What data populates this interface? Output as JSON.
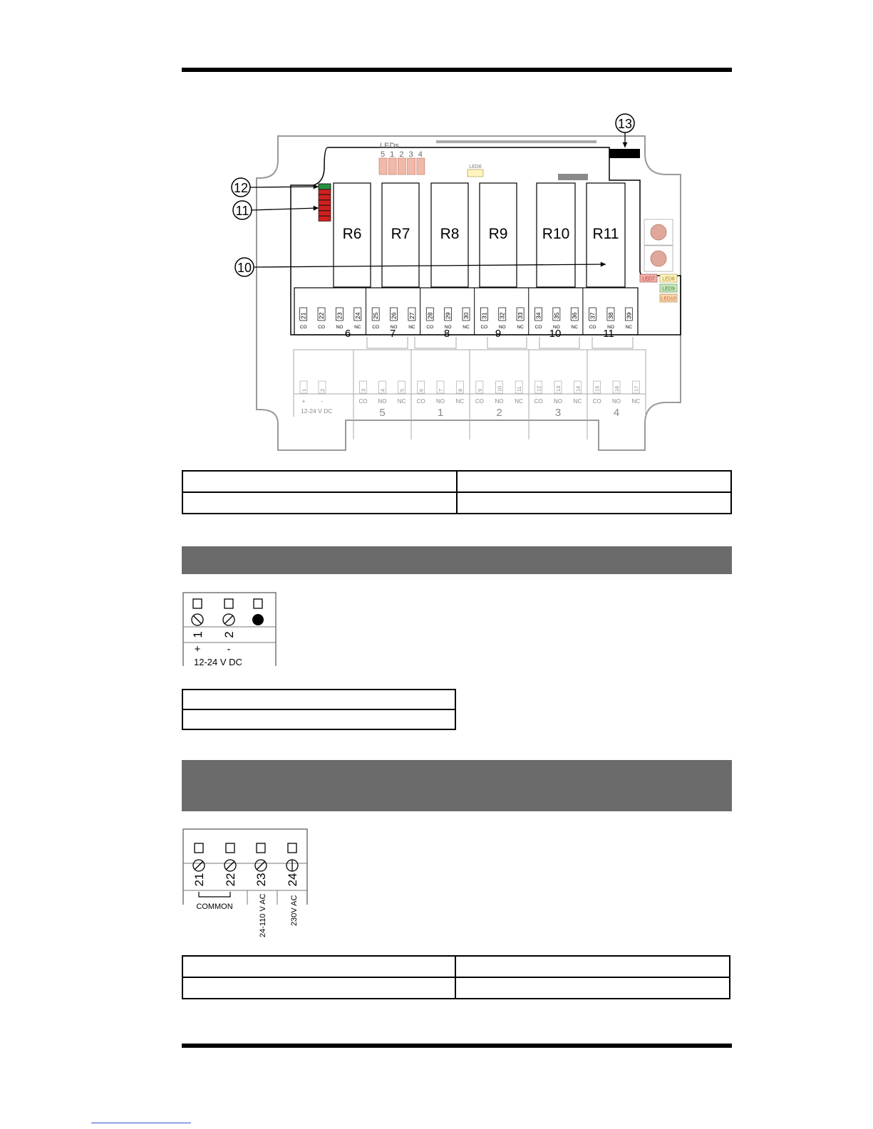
{
  "board": {
    "leds_label": "LEDs",
    "led_numbers": [
      "5",
      "1",
      "2",
      "3",
      "4"
    ],
    "led6": "LED6",
    "status_leds": [
      "LED7",
      "LED8",
      "LED9",
      "LED10"
    ],
    "callouts": [
      "10",
      "11",
      "12",
      "13"
    ],
    "relays": [
      "R6",
      "R7",
      "R8",
      "R9",
      "R10",
      "R11"
    ],
    "upper_terminals": [
      "21",
      "22",
      "23",
      "24",
      "25",
      "26",
      "27",
      "28",
      "29",
      "30",
      "31",
      "32",
      "33",
      "34",
      "35",
      "36",
      "37",
      "38",
      "39"
    ],
    "upper_functions": [
      "CO",
      "CO",
      "NO",
      "NC",
      "CO",
      "NO",
      "NC",
      "CO",
      "NO",
      "NC",
      "CO",
      "NO",
      "NC",
      "CO",
      "NO",
      "NC",
      "CO",
      "NO",
      "NC"
    ],
    "upper_groups": [
      "6",
      "7",
      "8",
      "9",
      "10",
      "11"
    ],
    "lower_terminals": [
      "1",
      "2",
      "3",
      "4",
      "5",
      "6",
      "7",
      "8",
      "9",
      "10",
      "11",
      "12",
      "13",
      "14",
      "15",
      "16",
      "17"
    ],
    "lower_functions": [
      "+",
      "-",
      "CO",
      "NO",
      "NC",
      "CO",
      "NO",
      "NC",
      "CO",
      "NO",
      "NC",
      "CO",
      "NO",
      "NC",
      "CO",
      "NO",
      "NC"
    ],
    "supply_label": "12-24 V DC",
    "lower_groups": [
      "5",
      "1",
      "2",
      "3",
      "4"
    ]
  },
  "power_connector": {
    "terminals": [
      "1",
      "2"
    ],
    "polarity": [
      "+",
      "-"
    ],
    "label": "12-24 V DC"
  },
  "mains_connector": {
    "terminals": [
      "21",
      "22",
      "23",
      "24"
    ],
    "common_label": "COMMON",
    "voltage_labels": [
      "24-110 V AC",
      "230V AC"
    ]
  }
}
